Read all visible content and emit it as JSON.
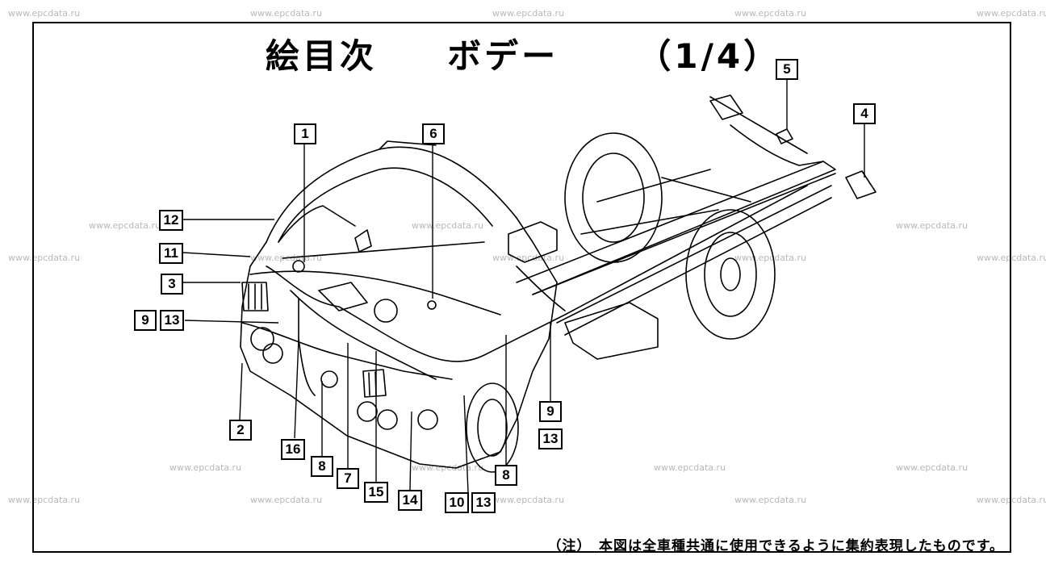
{
  "title": {
    "main": "絵目次",
    "section": "ボデー",
    "page": "（1/4）"
  },
  "note": "（注）　本図は全車種共通に使用できるように集約表現したものです。",
  "watermark": "www.epcdata.ru",
  "callouts": {
    "c1": "1",
    "c2": "2",
    "c3": "3",
    "c4": "4",
    "c5": "5",
    "c6": "6",
    "c7": "7",
    "c8a": "8",
    "c8b": "8",
    "c9a": "9",
    "c9b": "9",
    "c10": "10",
    "c11": "11",
    "c12": "12",
    "c13a": "13",
    "c13b": "13",
    "c13c": "13",
    "c14": "14",
    "c15": "15",
    "c16": "16"
  }
}
